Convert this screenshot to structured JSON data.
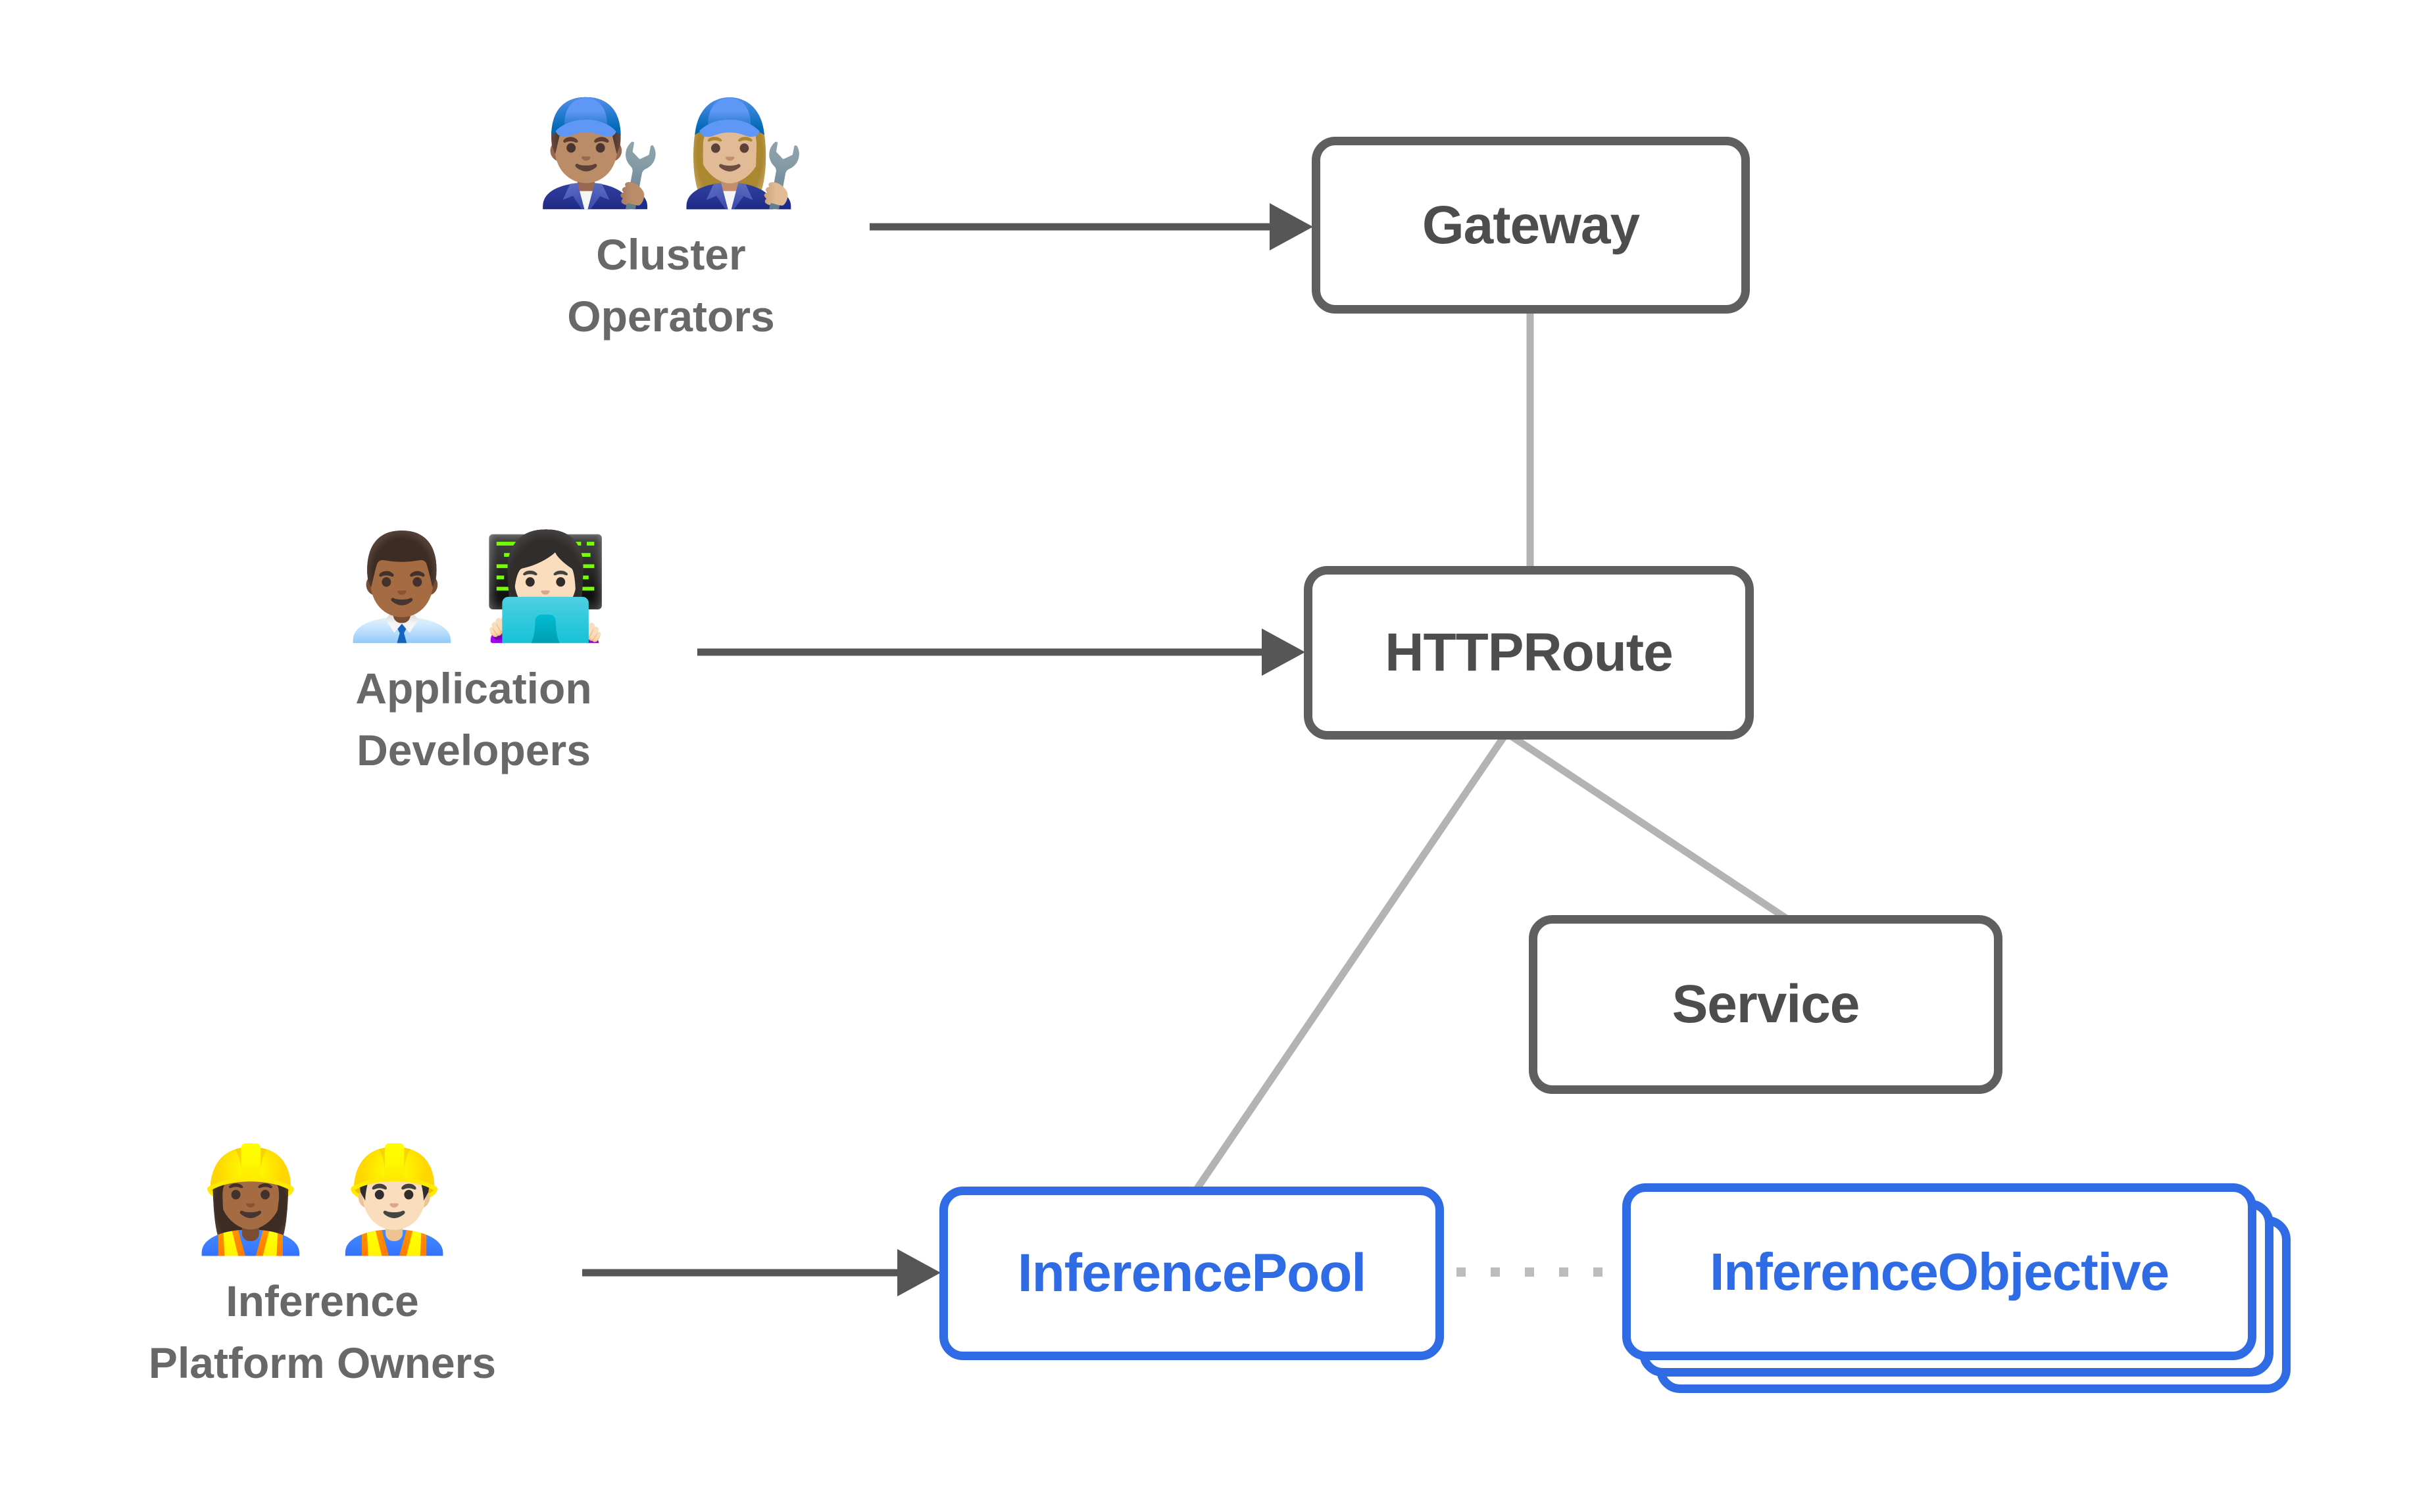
{
  "colors": {
    "box_border_gray": "#5f5f5f",
    "box_text_gray": "#4d4d4d",
    "label_text": "#686868",
    "arrow_dark": "#565656",
    "connector_light": "#b3b3b3",
    "dotted_gray": "#bdbdbd",
    "accent_blue": "#2e6be4",
    "canvas_bg": "#ffffff"
  },
  "nodes": {
    "gateway": {
      "label": "Gateway"
    },
    "httproute": {
      "label": "HTTPRoute"
    },
    "service": {
      "label": "Service"
    },
    "inference_pool": {
      "label": "InferencePool"
    },
    "inference_objective": {
      "label": "InferenceObjective"
    }
  },
  "actors": [
    {
      "name": "Cluster Operators",
      "emoji1": "👨🏽‍🔧",
      "emoji2": "👩🏼‍🔧",
      "line1": "Cluster",
      "line2": "Operators"
    },
    {
      "name": "Application Developers",
      "emoji1": "👨🏾‍💼",
      "emoji2": "👩🏻‍💻",
      "line1": "Application",
      "line2": "Developers"
    },
    {
      "name": "Inference Platform Owners",
      "emoji1": "👷🏾‍♀️",
      "emoji2": "👷🏻‍♂️",
      "line1": "Inference",
      "line2": "Platform Owners"
    }
  ],
  "edges": [
    {
      "from": "Cluster Operators",
      "to": "Gateway",
      "style": "solid-arrow"
    },
    {
      "from": "Application Developers",
      "to": "HTTPRoute",
      "style": "solid-arrow"
    },
    {
      "from": "Inference Platform Owners",
      "to": "InferencePool",
      "style": "solid-arrow"
    },
    {
      "from": "Gateway",
      "to": "HTTPRoute",
      "style": "plain-line"
    },
    {
      "from": "HTTPRoute",
      "to": "InferencePool",
      "style": "plain-line"
    },
    {
      "from": "HTTPRoute",
      "to": "Service",
      "style": "plain-line"
    },
    {
      "from": "InferencePool",
      "to": "InferenceObjective",
      "style": "dotted-line"
    }
  ]
}
